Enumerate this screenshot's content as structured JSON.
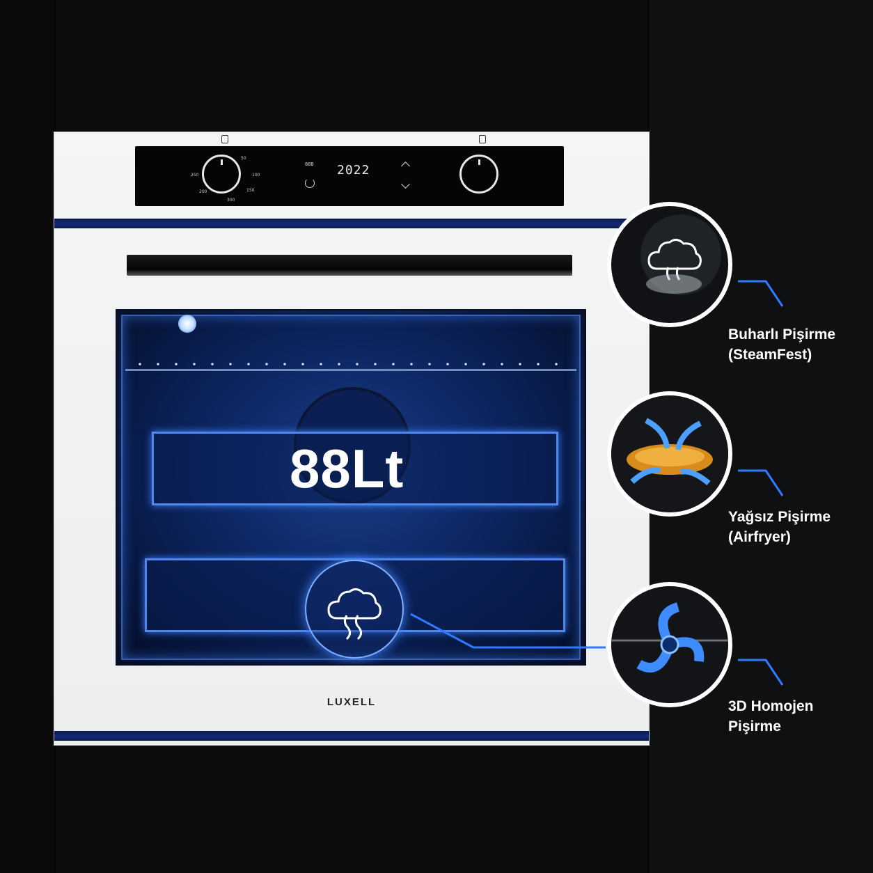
{
  "product": {
    "brand": "LUXELL",
    "capacity_label": "88Lt",
    "display": {
      "main_readout": "2022",
      "small_readout": "888"
    },
    "left_knob_marks": [
      "50",
      "100",
      "150",
      "200",
      "250",
      "300"
    ]
  },
  "features": [
    {
      "title_line1": "Buharlı Pişirme",
      "title_line2": "(SteamFest)",
      "icon": "steam-cloud-icon"
    },
    {
      "title_line1": "Yağsız Pişirme",
      "title_line2": "(Airfryer)",
      "icon": "airfryer-fries-icon"
    },
    {
      "title_line1": "3D Homojen",
      "title_line2": "Pişirme",
      "icon": "3d-fan-swirl-icon"
    }
  ],
  "colors": {
    "accent_blue": "#2f7bff",
    "background": "#0d0d0f",
    "oven_body": "#f1f2f4"
  }
}
